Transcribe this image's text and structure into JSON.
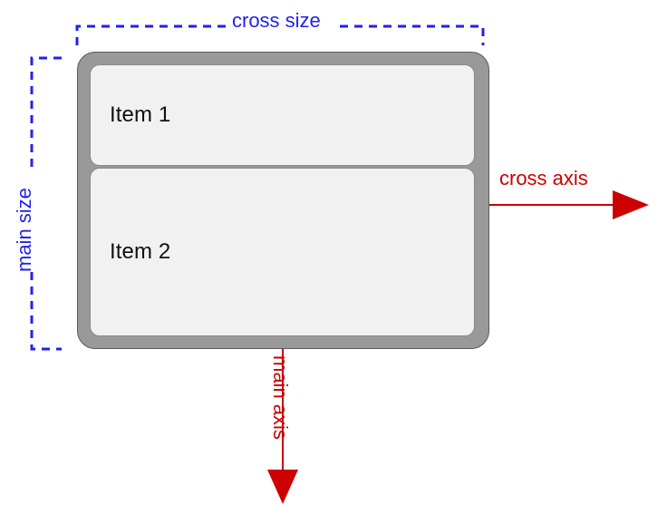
{
  "diagram": {
    "title": "Flexbox main axis / cross axis (column direction)",
    "colors": {
      "axis_red": "#cc0000",
      "size_blue": "#2222ee",
      "container_fill": "#999999",
      "container_stroke": "#5a5a5a",
      "item_fill": "#f1f1f1",
      "item_stroke": "#8a8a8a",
      "background": "#ffffff"
    },
    "container": {
      "name": "flex-container",
      "flex_direction": "column"
    },
    "items": [
      {
        "label": "Item 1"
      },
      {
        "label": "Item 2"
      }
    ],
    "annotations": {
      "cross_size": "cross size",
      "main_size": "main size",
      "cross_axis": "cross axis",
      "main_axis": "main axis"
    }
  }
}
